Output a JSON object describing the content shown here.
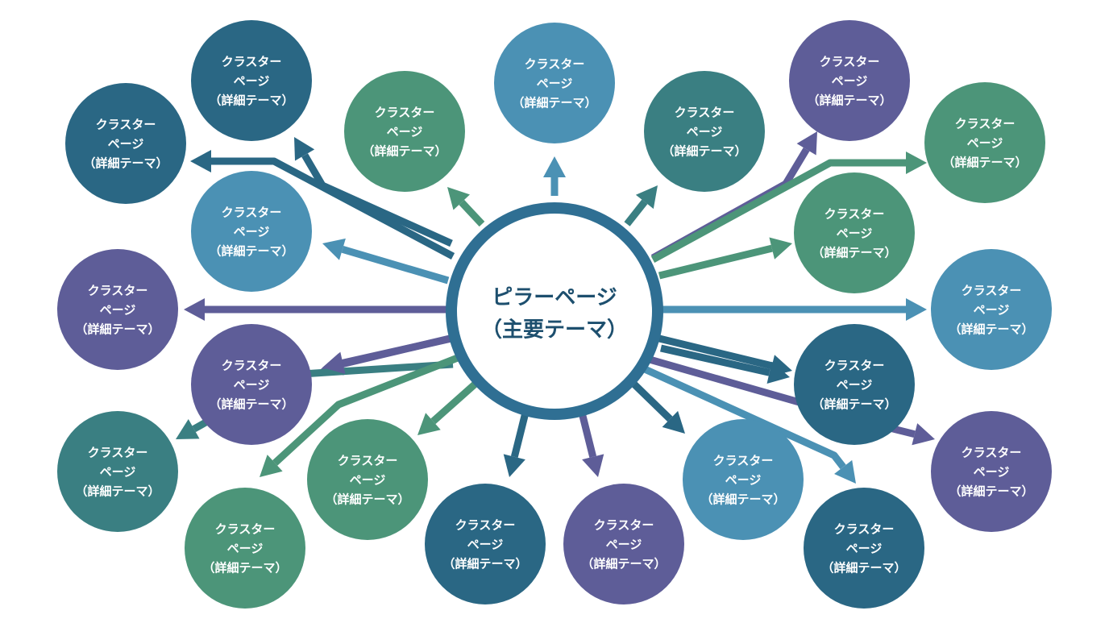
{
  "pillar": {
    "line1": "ピラーページ",
    "line2": "（主要テーマ）"
  },
  "colors": {
    "navy": "#2a6784",
    "teal": "#3a7f82",
    "green": "#4c9579",
    "blue": "#4b91b4",
    "purple": "#5e5d98",
    "hub_ring": "#2f6f93",
    "hub_text": "#1d4f6e"
  },
  "clusters": [
    {
      "id": "c01",
      "color": "navy",
      "lines": [
        "クラスター",
        "ページ",
        "（詳細テーマ）"
      ]
    },
    {
      "id": "c02",
      "color": "navy",
      "lines": [
        "クラスター",
        "ページ",
        "（詳細テーマ）"
      ]
    },
    {
      "id": "c03",
      "color": "green",
      "lines": [
        "クラスター",
        "ページ",
        "（詳細テーマ）"
      ]
    },
    {
      "id": "c04",
      "color": "blue",
      "lines": [
        "クラスター",
        "ページ",
        "（詳細テーマ）"
      ]
    },
    {
      "id": "c05",
      "color": "teal",
      "lines": [
        "クラスター",
        "ページ",
        "（詳細テーマ）"
      ]
    },
    {
      "id": "c06",
      "color": "purple",
      "lines": [
        "クラスター",
        "ページ",
        "（詳細テーマ）"
      ]
    },
    {
      "id": "c07",
      "color": "green",
      "lines": [
        "クラスター",
        "ページ",
        "（詳細テーマ）"
      ]
    },
    {
      "id": "c08",
      "color": "blue",
      "lines": [
        "クラスター",
        "ページ",
        "（詳細テーマ）"
      ]
    },
    {
      "id": "c09",
      "color": "green",
      "lines": [
        "クラスター",
        "ページ",
        "（詳細テーマ）"
      ]
    },
    {
      "id": "c10",
      "color": "purple",
      "lines": [
        "クラスター",
        "ページ",
        "（詳細テーマ）"
      ]
    },
    {
      "id": "c11",
      "color": "blue",
      "lines": [
        "クラスター",
        "ページ",
        "（詳細テーマ）"
      ]
    },
    {
      "id": "c12",
      "color": "purple",
      "lines": [
        "クラスター",
        "ページ",
        "（詳細テーマ）"
      ]
    },
    {
      "id": "c13",
      "color": "navy",
      "lines": [
        "クラスター",
        "ページ",
        "（詳細テーマ）"
      ]
    },
    {
      "id": "c14",
      "color": "teal",
      "lines": [
        "クラスター",
        "ページ",
        "（詳細テーマ）"
      ]
    },
    {
      "id": "c15",
      "color": "purple",
      "lines": [
        "クラスター",
        "ページ",
        "（詳細テーマ）"
      ]
    },
    {
      "id": "c16",
      "color": "green",
      "lines": [
        "クラスター",
        "ページ",
        "（詳細テーマ）"
      ]
    },
    {
      "id": "c17",
      "color": "blue",
      "lines": [
        "クラスター",
        "ページ",
        "（詳細テーマ）"
      ]
    },
    {
      "id": "c18",
      "color": "green",
      "lines": [
        "クラスター",
        "ページ",
        "（詳細テーマ）"
      ]
    },
    {
      "id": "c19",
      "color": "navy",
      "lines": [
        "クラスター",
        "ページ",
        "（詳細テーマ）"
      ]
    },
    {
      "id": "c20",
      "color": "purple",
      "lines": [
        "クラスター",
        "ページ",
        "（詳細テーマ）"
      ]
    },
    {
      "id": "c21",
      "color": "navy",
      "lines": [
        "クラスター",
        "ページ",
        "（詳細テーマ）"
      ]
    }
  ],
  "arrows": [
    {
      "id": "a01",
      "color": "navy"
    },
    {
      "id": "a02",
      "color": "navy"
    },
    {
      "id": "a03",
      "color": "green"
    },
    {
      "id": "a04",
      "color": "blue"
    },
    {
      "id": "a05",
      "color": "teal"
    },
    {
      "id": "a06",
      "color": "purple"
    },
    {
      "id": "a07",
      "color": "green"
    },
    {
      "id": "a08",
      "color": "blue"
    },
    {
      "id": "a09",
      "color": "green"
    },
    {
      "id": "a10",
      "color": "purple"
    },
    {
      "id": "a11",
      "color": "blue"
    },
    {
      "id": "a12",
      "color": "purple"
    },
    {
      "id": "a13",
      "color": "navy"
    },
    {
      "id": "a14",
      "color": "teal"
    },
    {
      "id": "a15",
      "color": "purple"
    },
    {
      "id": "a16",
      "color": "green"
    },
    {
      "id": "a17",
      "color": "blue"
    },
    {
      "id": "a18",
      "color": "green"
    },
    {
      "id": "a19",
      "color": "navy"
    },
    {
      "id": "a20",
      "color": "purple"
    },
    {
      "id": "a21",
      "color": "navy"
    },
    {
      "id": "a22",
      "color": "purple"
    },
    {
      "id": "a23",
      "color": "navy"
    }
  ]
}
